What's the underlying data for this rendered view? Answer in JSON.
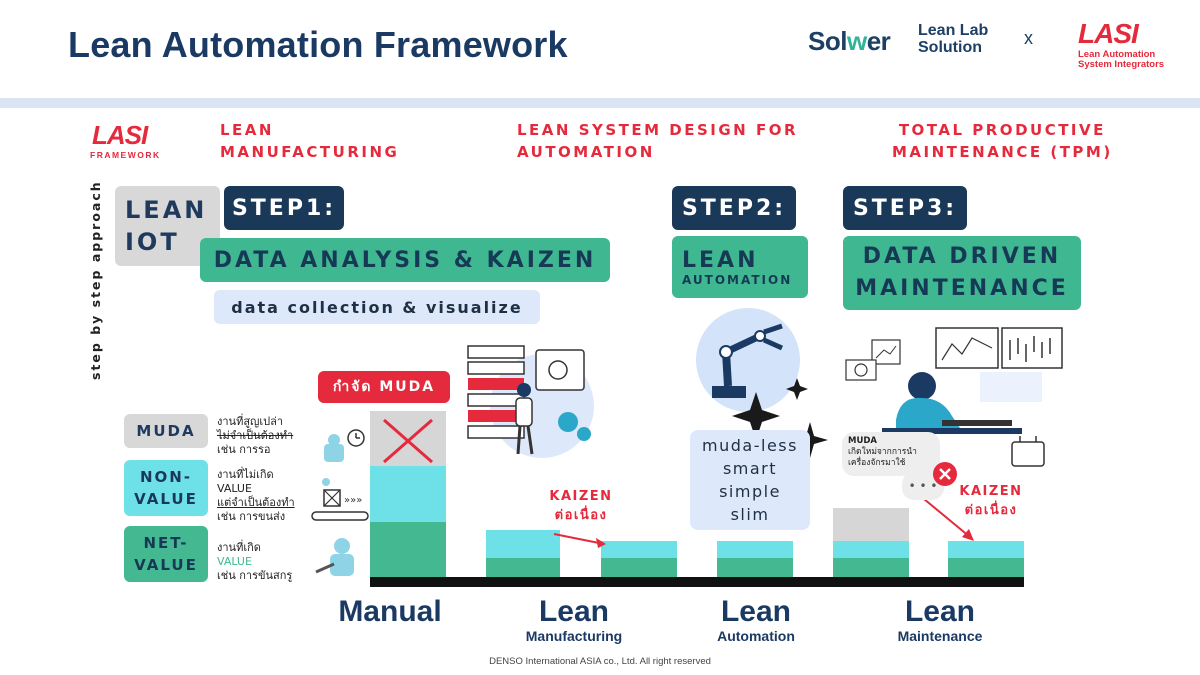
{
  "header": {
    "title": "Lean Automation Framework",
    "solwer_a": "Sol",
    "solwer_b": "w",
    "solwer_c": "er",
    "leanlab_line1": "Lean Lab",
    "leanlab_line2": "Solution",
    "x_sign": "x",
    "lasi_logo": "LASI",
    "lasi_sub_line1": "Lean Automation",
    "lasi_sub_line2": "System Integrators"
  },
  "framework": {
    "logo": "LASI",
    "logo_sub": "FRAMEWORK",
    "side_label": "step by step approach"
  },
  "sections": [
    {
      "line1": "LEAN",
      "line2": "MANUFACTURING"
    },
    {
      "line1": "LEAN SYSTEM DESIGN FOR",
      "line2": "AUTOMATION"
    },
    {
      "line1": "TOTAL PRODUCTIVE",
      "line2": "MAINTENANCE (TPM)"
    }
  ],
  "lean_iot": {
    "line1": "LEAN",
    "line2": "IOT"
  },
  "step1": {
    "label": "STEP1:",
    "title": "DATA ANALYSIS & KAIZEN",
    "subtitle": "data collection & visualize"
  },
  "step2": {
    "label": "STEP2:",
    "title": "LEAN",
    "subtitle": "AUTOMATION",
    "features": [
      "muda-less",
      "smart",
      "simple",
      "slim"
    ]
  },
  "step3": {
    "label": "STEP3:",
    "title_line1": "DATA DRIVEN",
    "title_line2": "MAINTENANCE"
  },
  "legend": [
    {
      "label": "MUDA",
      "desc_line1": "งานที่สูญเปล่า",
      "desc_line2": "ไม่จำเป็นต้องทำ",
      "desc_line3": "เช่น การรอ"
    },
    {
      "label_line1": "NON-",
      "label_line2": "VALUE",
      "desc_line1": "งานที่ไม่เกิด",
      "desc_line2": "VALUE",
      "desc_line3": "แต่จำเป็นต้องทำ",
      "desc_line4": "เช่น การขนส่ง"
    },
    {
      "label_line1": "NET-",
      "label_line2": "VALUE",
      "desc_line1": "งานที่เกิด",
      "desc_line2": "VALUE",
      "desc_line3": "เช่น การขันสกรู"
    }
  ],
  "remove_muda": "กำจัด MUDA",
  "kaizen": [
    {
      "line1": "KAIZEN",
      "line2": "ต่อเนื่อง"
    },
    {
      "line1": "KAIZEN",
      "line2": "ต่อเนื่อง"
    }
  ],
  "bubble": {
    "line1": "MUDA",
    "line2": "เกิดใหม่จากการนำ",
    "line3": "เครื่องจักรมาใช้",
    "dots": "• • •"
  },
  "chart_data": {
    "type": "bar",
    "categories": [
      "Manual",
      "Lean Manufacturing",
      "",
      "Lean Automation",
      "Lean Maintenance",
      ""
    ],
    "series": [
      {
        "name": "NET-VALUE",
        "values": [
          56,
          20,
          20,
          20,
          20,
          20
        ]
      },
      {
        "name": "NON-VALUE",
        "values": [
          56,
          28,
          17,
          17,
          17,
          17
        ]
      },
      {
        "name": "MUDA",
        "values": [
          55,
          0,
          0,
          0,
          33,
          0
        ]
      }
    ],
    "colors": {
      "MUDA": "#d6d6d6",
      "NON-VALUE": "#6de0e8",
      "NET-VALUE": "#43b891"
    }
  },
  "xlabels": [
    {
      "big": "Manual",
      "small": ""
    },
    {
      "big": "Lean",
      "small": "Manufacturing"
    },
    {
      "big": "Lean",
      "small": "Automation"
    },
    {
      "big": "Lean",
      "small": "Maintenance"
    }
  ],
  "footer": "DENSO International ASIA co., Ltd. All right reserved",
  "icons": {
    "robot_arm": "robot-arm-icon",
    "engineer": "engineer-icon",
    "operator": "operator-icon",
    "server": "server-icon",
    "cross": "cross-icon"
  }
}
